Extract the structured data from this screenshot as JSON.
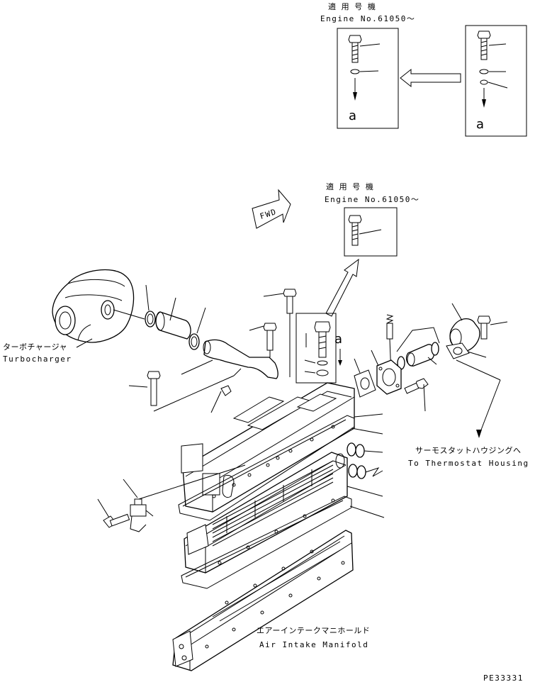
{
  "applicable_engines": {
    "top_title": "適 用 号 機",
    "top_serial": "Engine No.61050～",
    "mid_title": "適 用 号 機",
    "mid_serial": "Engine No.61050～"
  },
  "detail_letters": {
    "new_detail": "a",
    "old_detail": "a",
    "main_marker": "a"
  },
  "fwd_label": "FWD",
  "labels": {
    "turbocharger_jp": "ターボチャージャ",
    "turbocharger_en": "Turbocharger",
    "thermostat_jp": "サーモスタットハウジングへ",
    "thermostat_en": "To Thermostat Housing",
    "manifold_jp": "エアーインテークマニホールド",
    "manifold_en": "Air Intake Manifold"
  },
  "drawing_code": "PE33331",
  "icons": [
    "arrow-left-icon",
    "arrow-up-right-icon",
    "arrow-down-icon",
    "fwd-arrow-icon"
  ]
}
